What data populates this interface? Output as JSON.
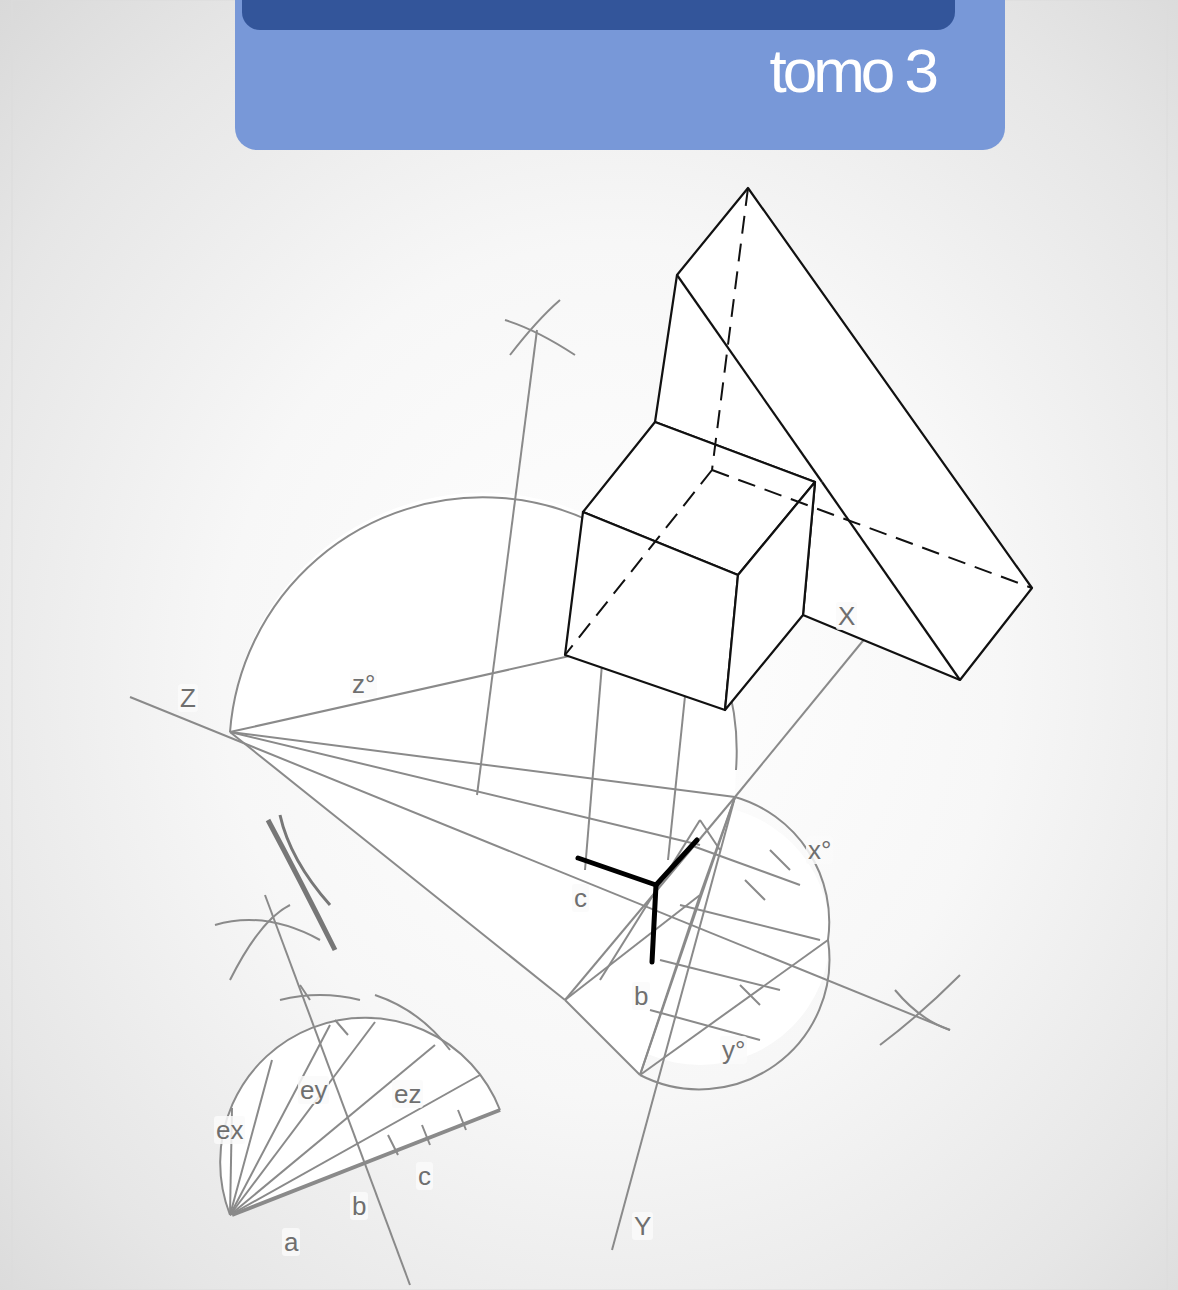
{
  "diagram": {
    "nodes": [
      {
        "text": [
          "tomo 3"
        ]
      }
    ],
    "labels": [
      "Z",
      "z°",
      "X",
      "x°",
      "c",
      "b",
      "y°",
      "Y",
      "ex",
      "ey",
      "ez",
      "b",
      "c",
      "a"
    ]
  }
}
